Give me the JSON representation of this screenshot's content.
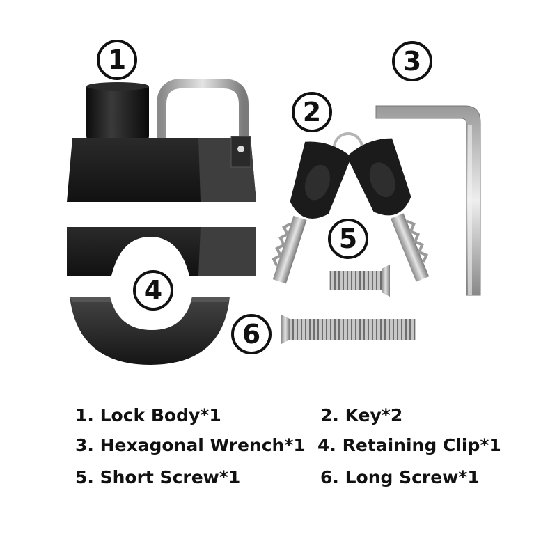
{
  "markers": [
    "1",
    "2",
    "3",
    "4",
    "5",
    "6"
  ],
  "parts": [
    {
      "label": "1. Lock Body*1"
    },
    {
      "label": "2. Key*2"
    },
    {
      "label": "3. Hexagonal Wrench*1"
    },
    {
      "label": "4. Retaining Clip*1"
    },
    {
      "label": "5. Short Screw*1"
    },
    {
      "label": "6. Long Screw*1"
    }
  ],
  "colors": {
    "body": "#1a1a1a",
    "metal": "#b8b8b8",
    "background": "#ffffff",
    "text": "#111111"
  },
  "icons": {
    "lock-body": "padlock-with-cylinder",
    "keys": "two-keys-on-ring",
    "wrench": "l-shaped-hex-key",
    "clip": "half-ring-clamp",
    "short-screw": "screw",
    "long-screw": "screw"
  }
}
